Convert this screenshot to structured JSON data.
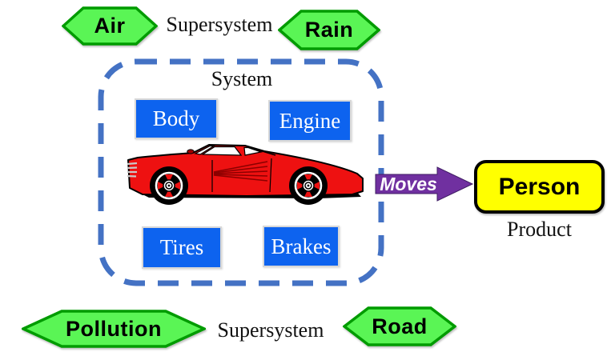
{
  "top_row": {
    "air": "Air",
    "supersystem_label": "Supersystem",
    "rain": "Rain"
  },
  "system": {
    "title": "System",
    "body": "Body",
    "engine": "Engine",
    "tires": "Tires",
    "brakes": "Brakes",
    "illustration": "red-sports-car"
  },
  "flow": {
    "arrow_label": "Moves",
    "person": "Person",
    "product_label": "Product"
  },
  "bottom_row": {
    "pollution": "Pollution",
    "supersystem_label": "Supersystem",
    "road": "Road"
  },
  "colors": {
    "hexagon_fill": "#5AF555",
    "hexagon_border": "#009B00",
    "component_box_fill": "#0D63EF",
    "boundary_dash": "#4472C4",
    "arrow_fill": "#7030A0",
    "person_fill": "#FFFF00",
    "car_body": "#EE1111"
  }
}
